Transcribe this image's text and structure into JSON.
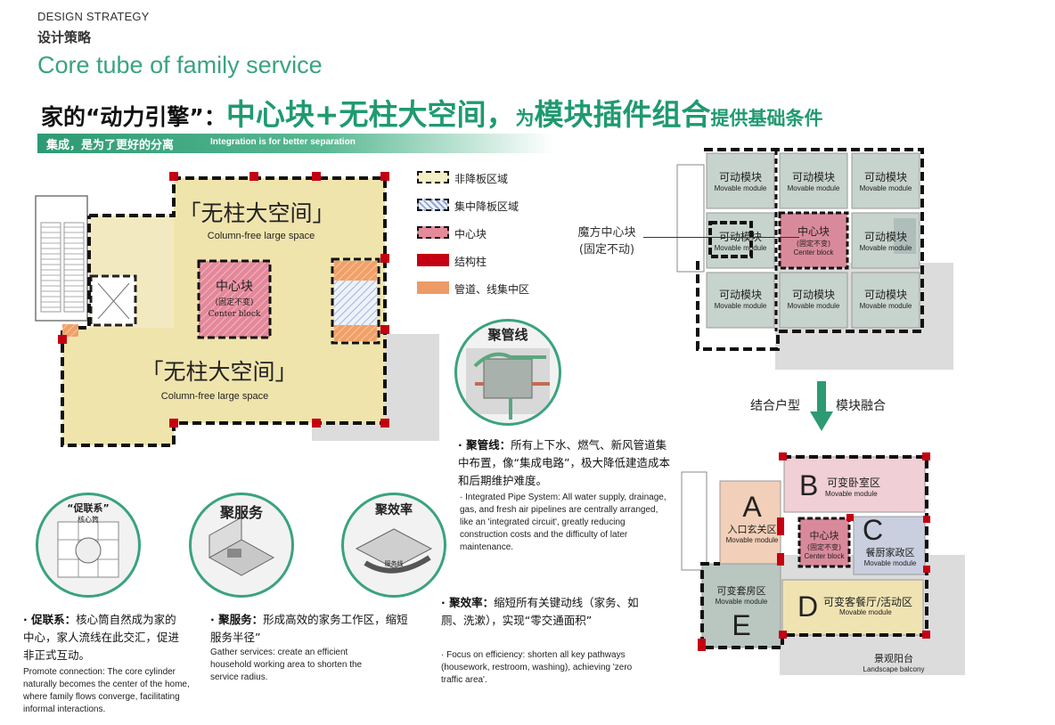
{
  "header": {
    "en_title": "DESIGN STRATEGY",
    "cn_title": "设计策略",
    "main_title": "Core tube of family service"
  },
  "slogan": {
    "part1": "家的“动力引擎”：",
    "part2": "中心块+无柱大空间，",
    "part3": "为",
    "part4": "模块插件组合",
    "part5": "提供基础条件"
  },
  "banner": {
    "cn": "集成，是为了更好的分离",
    "en": "Integration is for better separation"
  },
  "plan": {
    "space_cn_1": "「无柱大空间」",
    "space_en_1": "Column-free large space",
    "space_cn_2": "「无柱大空间」",
    "space_en_2": "Column-free large space",
    "center_cn": "中心块",
    "center_note": "(固定不变)",
    "center_en": "Center block"
  },
  "legend": [
    {
      "label": "非降板区域",
      "color": "#f5efc6"
    },
    {
      "label": "集中降板区域",
      "color": "#c9d6ee"
    },
    {
      "label": "中心块",
      "color": "#e58a9b"
    },
    {
      "label": "结构柱",
      "color": "#c40012"
    },
    {
      "label": "管道、线集中区",
      "color": "#ee9a66"
    }
  ],
  "pipes": {
    "circle_title": "聚管线",
    "head": "· 聚管线：",
    "text_cn": "所有上下水、燃气、新风管道集中布置，像“集成电路”，极大降低建造成本和后期维护难度。",
    "text_en": "· Integrated Pipe System: All water supply, drainage, gas, and fresh air pipelines are centrally arranged, like an 'integrated circuit', greatly reducing construction costs and the difficulty of later maintenance."
  },
  "circles": [
    {
      "title": "“促联系”",
      "sub": "核心筒"
    },
    {
      "title": "聚服务",
      "sub": ""
    },
    {
      "title": "聚效率",
      "sub": "服务线"
    }
  ],
  "bottom": [
    {
      "head": "· 促联系：",
      "text_cn": "核心筒自然成为家的中心，家人流线在此交汇，促进非正式互动。",
      "text_en": "Promote connection: The core cylinder naturally becomes the center of the home, where family flows converge, facilitating informal interactions."
    },
    {
      "head": "· 聚服务：",
      "text_cn": "形成高效的家务工作区，缩短服务半径”",
      "text_en": "Gather services: create an efficient household working area to shorten the service radius."
    },
    {
      "head": "· 聚效率：",
      "text_cn": "缩短所有关键动线（家务、如厕、洗漱），实现“零交通面积”",
      "text_en": "· Focus on efficiency: shorten all key pathways (housework, restroom, washing), achieving 'zero traffic area'."
    }
  ],
  "grid": {
    "module_cn": "可动模块",
    "module_en": "Movable module",
    "center_cn": "中心块",
    "center_note": "(固定不变)",
    "center_en": "Center block",
    "magic_label_1": "魔方中心块",
    "magic_label_2": "(固定不动)"
  },
  "arrow": {
    "left": "结合户型",
    "right": "模块融合"
  },
  "zones": {
    "A": {
      "letter": "A",
      "cn": "入口玄关区",
      "en": "Movable module"
    },
    "B": {
      "letter": "B",
      "cn": "可变卧室区",
      "en": "Movable module"
    },
    "C": {
      "letter": "C",
      "cn": "餐厨家政区",
      "en": "Movable module"
    },
    "D": {
      "letter": "D",
      "cn": "可变客餐厅/活动区",
      "en": "Movable module"
    },
    "E": {
      "letter": "E",
      "cn": "可变套房区",
      "en": "Movable module"
    },
    "center_cn": "中心块",
    "center_note": "(固定不变)",
    "center_en": "Center block",
    "balcony_cn": "景观阳台",
    "balcony_en": "Landscape balcony"
  }
}
